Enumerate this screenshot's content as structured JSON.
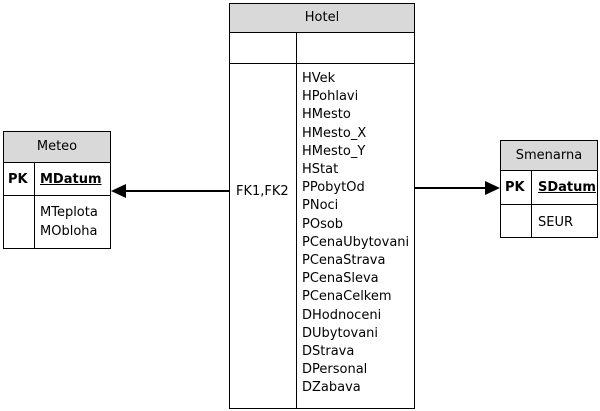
{
  "hotel": {
    "title": "Hotel",
    "fk_label": "FK1,FK2",
    "attributes": [
      "HVek",
      "HPohlavi",
      "HMesto",
      "HMesto_X",
      "HMesto_Y",
      "HStat",
      "PPobytOd",
      "PNoci",
      "POsob",
      "PCenaUbytovani",
      "PCenaStrava",
      "PCenaSleva",
      "PCenaCelkem",
      "DHodnoceni",
      "DUbytovani",
      "DStrava",
      "DPersonal",
      "DZabava"
    ]
  },
  "meteo": {
    "title": "Meteo",
    "pk_label": "PK",
    "key": "MDatum",
    "attributes": [
      "MTeplota",
      "MObloha"
    ]
  },
  "smenarna": {
    "title": "Smenarna",
    "pk_label": "PK",
    "key": "SDatum",
    "attributes": [
      "SEUR"
    ]
  }
}
